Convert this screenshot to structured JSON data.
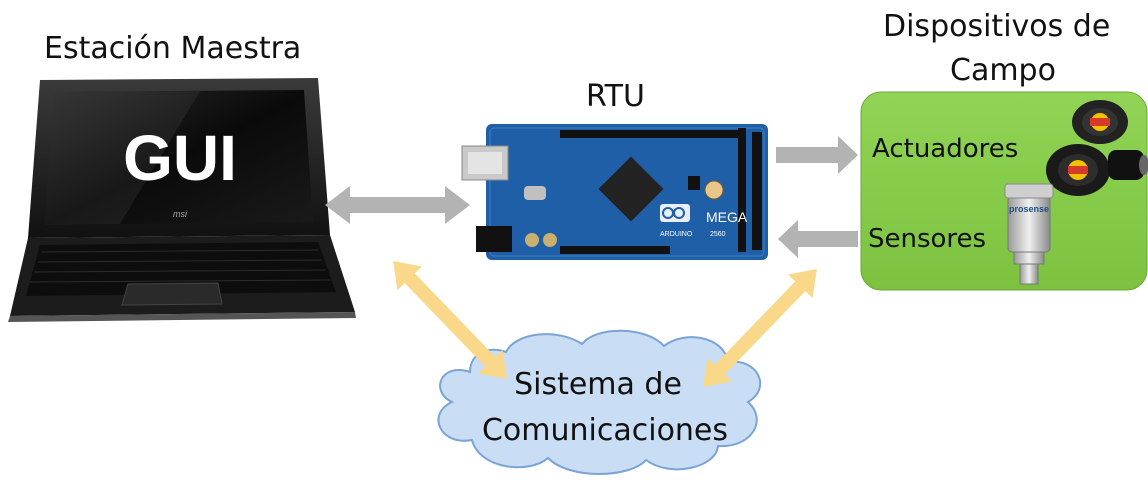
{
  "master": {
    "title": "Estación Maestra",
    "screen_text": "GUI",
    "brand": "msi"
  },
  "rtu": {
    "title": "RTU",
    "board_brand": "ARDUINO",
    "board_model": "MEGA",
    "board_sub": "2560"
  },
  "field": {
    "title_line1": "Dispositivos de",
    "title_line2": "Campo",
    "actuators_label": "Actuadores",
    "sensors_label": "Sensores",
    "sensor_brand": "prosense"
  },
  "comms": {
    "line1": "Sistema de",
    "line2": "Comunicaciones"
  },
  "colors": {
    "field_box": "#8fd14f",
    "cloud_fill": "#c9def5",
    "cloud_stroke": "#7aa3d6",
    "grey_arrow": "#b3b3b3",
    "yellow_arrow": "#f9d88a",
    "board_blue": "#1f5fa8"
  }
}
